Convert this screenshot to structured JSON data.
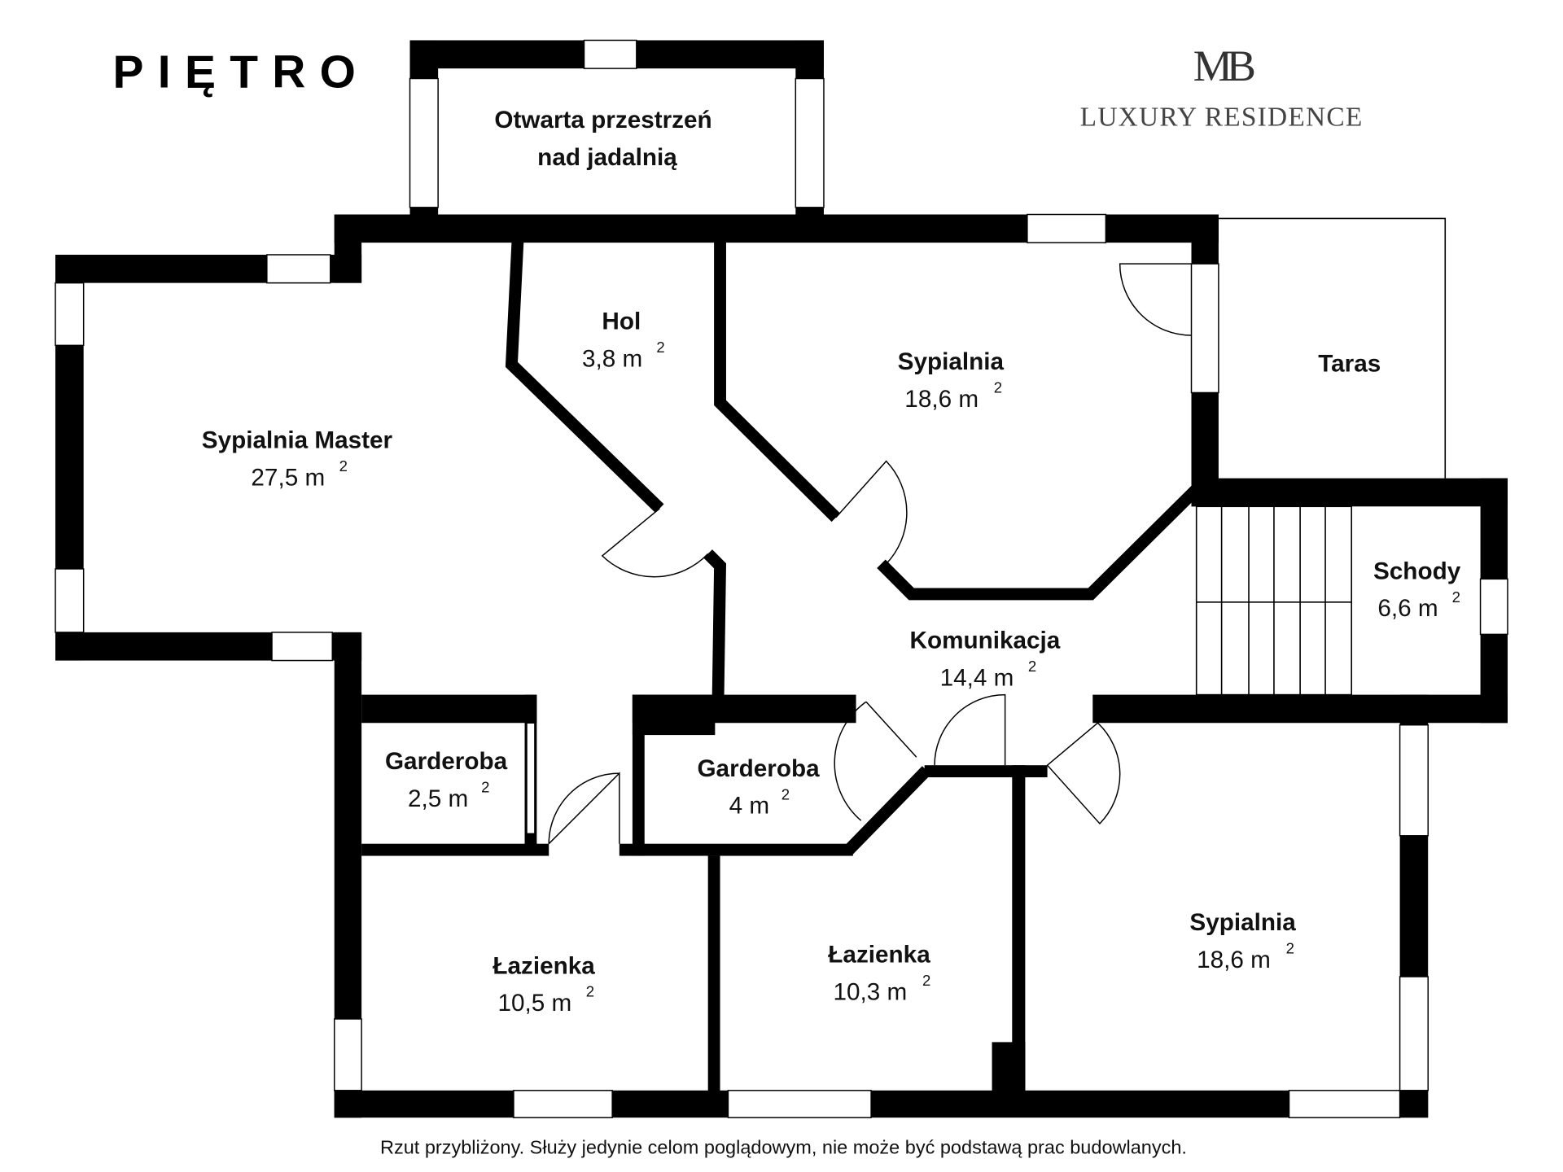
{
  "title": "PIĘTRO",
  "logo": {
    "monogram": "MB",
    "name": "LUXURY RESIDENCE"
  },
  "rooms": [
    {
      "name": "Otwarta przestrzeń",
      "name2": "nad jadalnią"
    },
    {
      "name": "Hol",
      "area": "3,8 m",
      "exp": "2"
    },
    {
      "name": "Sypialnia",
      "area": "18,6 m",
      "exp": "2"
    },
    {
      "name": "Taras"
    },
    {
      "name": "Sypialnia Master",
      "area": "27,5 m",
      "exp": "2"
    },
    {
      "name": "Schody",
      "area": "6,6 m",
      "exp": "2"
    },
    {
      "name": "Komunikacja",
      "area": "14,4 m",
      "exp": "2"
    },
    {
      "name": "Garderoba",
      "area": "2,5 m",
      "exp": "2"
    },
    {
      "name": "Garderoba",
      "area": "4 m",
      "exp": "2"
    },
    {
      "name": "Sypialnia",
      "area": "18,6 m",
      "exp": "2"
    },
    {
      "name": "Łazienka",
      "area": "10,5 m",
      "exp": "2"
    },
    {
      "name": "Łazienka",
      "area": "10,3 m",
      "exp": "2"
    }
  ],
  "footer": "Rzut przybliżony. Służy jedynie celom poglądowym, nie może być podstawą prac budowlanych."
}
